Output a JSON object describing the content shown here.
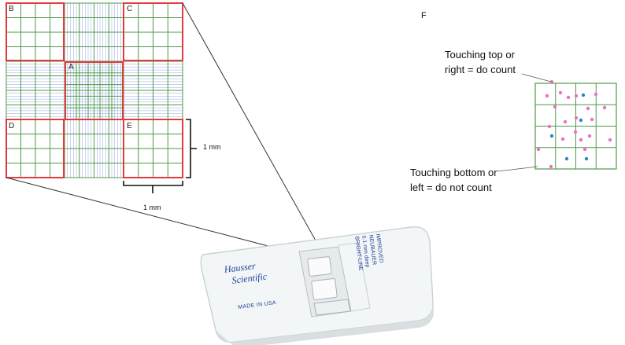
{
  "grid": {
    "labels": {
      "b": "B",
      "c": "C",
      "a": "A",
      "d": "D",
      "e": "E"
    },
    "scale_vertical": "1 mm",
    "scale_horizontal": "1 mm"
  },
  "panel_f": {
    "label": "F",
    "note_top": [
      "Touching top or",
      "right = do count"
    ],
    "note_bottom": [
      "Touching bottom or",
      "left = do not count"
    ]
  },
  "slide": {
    "brand_lines": [
      "Hausser",
      "Scientific"
    ],
    "made_in": "MADE IN USA",
    "product_lines": [
      "IMPROVED",
      "NEUBAUER",
      "0.1 mm deep",
      "BRIGHT-LINE"
    ]
  },
  "colors": {
    "red": "#e33b3b",
    "green": "#4f9a4a",
    "blue_line": "#8fa7de",
    "pink_dot": "#ec6fc4",
    "blue_dot": "#2b86c8",
    "brand_blue": "#1f3f97"
  }
}
